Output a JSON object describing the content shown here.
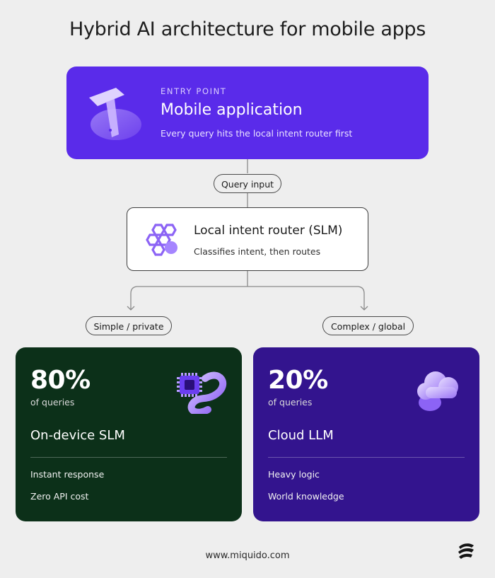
{
  "title": "Hybrid AI architecture for mobile apps",
  "entry": {
    "kicker": "ENTRY POINT",
    "title": "Mobile application",
    "subtitle": "Every query hits the local intent router first",
    "icon": "mobile-device-icon"
  },
  "query_pill": "Query input",
  "router": {
    "title": "Local intent router (SLM)",
    "subtitle": "Classifies intent, then routes",
    "icon": "hexagon-network-icon"
  },
  "branches": {
    "left": "Simple / private",
    "right": "Complex / global"
  },
  "cards": [
    {
      "percent": "80%",
      "percent_sub": "of queries",
      "title": "On-device SLM",
      "items": [
        "Instant response",
        "Zero API cost"
      ],
      "icon": "chip-icon",
      "color": "#0c3019"
    },
    {
      "percent": "20%",
      "percent_sub": "of queries",
      "title": "Cloud LLM",
      "items": [
        "Heavy logic",
        "World knowledge"
      ],
      "icon": "cloud-icon",
      "color": "#33148e"
    }
  ],
  "footer": {
    "url": "www.miquido.com",
    "logo": "miquido-logo-icon"
  },
  "colors": {
    "background": "#eeeeee",
    "entry": "#5a2bea",
    "accent_light": "#b79cff"
  }
}
